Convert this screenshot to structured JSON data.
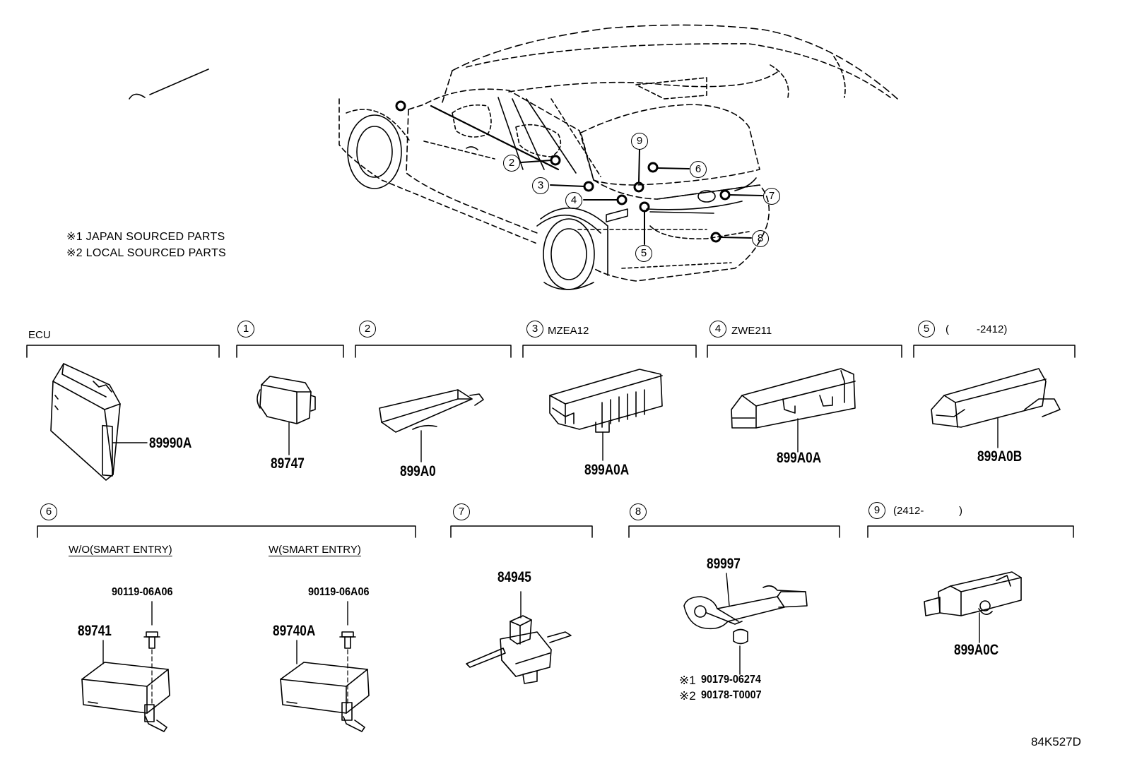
{
  "notes": [
    "※1 JAPAN SOURCED PARTS",
    "※2 LOCAL SOURCED PARTS"
  ],
  "callouts": [
    "2",
    "3",
    "4",
    "5",
    "6",
    "7",
    "8",
    "9"
  ],
  "sections": {
    "ecu": {
      "title": "ECU",
      "part": "89990A"
    },
    "s1": {
      "num": "1",
      "part": "89747"
    },
    "s2": {
      "num": "2",
      "part": "899A0"
    },
    "s3": {
      "num": "3",
      "title": "MZEA12",
      "part": "899A0A"
    },
    "s4": {
      "num": "4",
      "title": "ZWE211",
      "part": "899A0A"
    },
    "s5": {
      "num": "5",
      "title_a": "(",
      "title_b": "-2412)",
      "part": "899A0B"
    },
    "s6": {
      "num": "6",
      "variant_a": "W/O(SMART ENTRY)",
      "bolt_a": "90119-06A06",
      "part_a": "89741",
      "variant_b": "W(SMART ENTRY)",
      "bolt_b": "90119-06A06",
      "part_b": "89740A"
    },
    "s7": {
      "num": "7",
      "part": "84945"
    },
    "s8": {
      "num": "8",
      "part": "89997",
      "nut_1_mark": "※1",
      "nut_1": "90179-06274",
      "nut_2_mark": "※2",
      "nut_2": "90178-T0007"
    },
    "s9": {
      "num": "9",
      "title_a": "(2412-",
      "title_b": ")",
      "part": "899A0C"
    }
  },
  "diagram_code": "84K527D"
}
